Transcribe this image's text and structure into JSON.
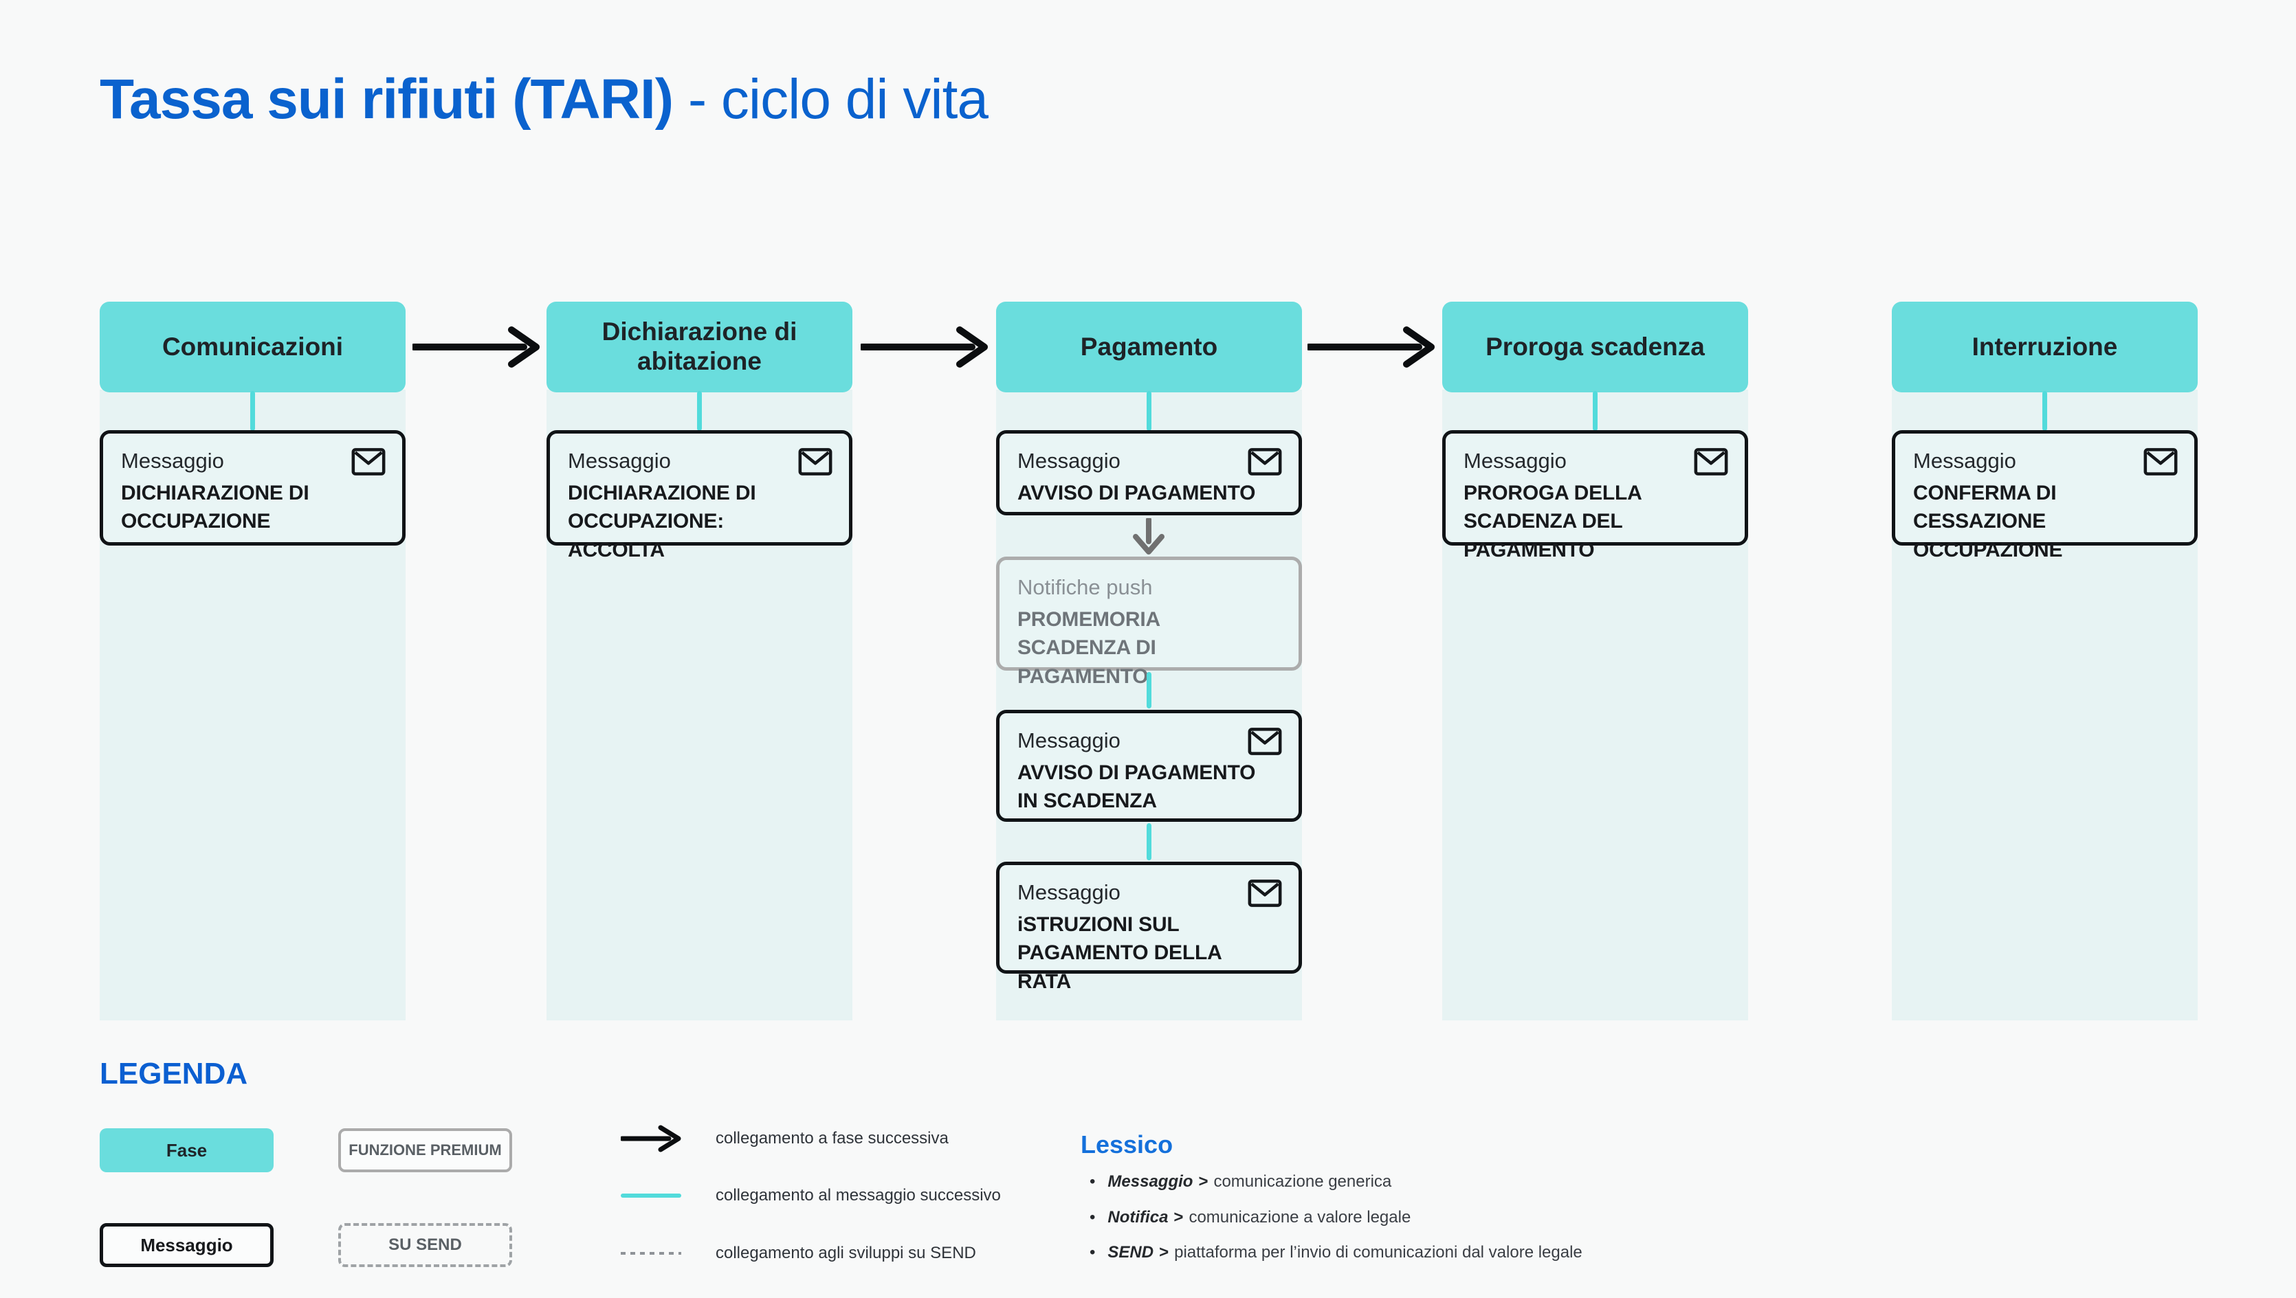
{
  "page": {
    "title_main": "Tassa sui rifiuti (TARI)",
    "title_suffix": " - ciclo di vita"
  },
  "columns": [
    {
      "title": "Comunicazioni",
      "boxes": [
        {
          "type": "messaggio",
          "label": "Messaggio",
          "title": "DICHIARAZIONE DI OCCUPAZIONE",
          "icon": "envelope-icon"
        }
      ]
    },
    {
      "title": "Dichiarazione di abitazione",
      "boxes": [
        {
          "type": "messaggio",
          "label": "Messaggio",
          "title": "DICHIARAZIONE DI OCCUPAZIONE: ACCOLTA",
          "icon": "envelope-icon"
        }
      ]
    },
    {
      "title": "Pagamento",
      "boxes": [
        {
          "type": "messaggio",
          "label": "Messaggio",
          "title": "AVVISO DI PAGAMENTO",
          "icon": "envelope-icon"
        },
        {
          "type": "notifiche-push-premium",
          "label": "Notifiche push",
          "title": "PROMEMORIA SCADENZA DI PAGAMENTO"
        },
        {
          "type": "messaggio",
          "label": "Messaggio",
          "title": "AVVISO DI PAGAMENTO IN SCADENZA",
          "icon": "envelope-icon"
        },
        {
          "type": "messaggio",
          "label": "Messaggio",
          "title": "iSTRUZIONI SUL PAGAMENTO DELLA RATA",
          "icon": "envelope-icon"
        }
      ]
    },
    {
      "title": "Proroga scadenza",
      "boxes": [
        {
          "type": "messaggio",
          "label": "Messaggio",
          "title": "PROROGA DELLA SCADENZA DEL PAGAMENTO",
          "icon": "envelope-icon"
        }
      ]
    },
    {
      "title": "Interruzione",
      "boxes": [
        {
          "type": "messaggio",
          "label": "Messaggio",
          "title": "CONFERMA DI CESSAZIONE OCCUPAZIONE",
          "icon": "envelope-icon"
        }
      ]
    }
  ],
  "legend": {
    "heading": "LEGENDA",
    "fase": "Fase",
    "premium": "FUNZIONE PREMIUM",
    "messaggio": "Messaggio",
    "su_send": "SU SEND",
    "connector_arrow": "collegamento a fase successiva",
    "connector_teal": "collegamento al messaggio successivo",
    "connector_dotted": "collegamento agli sviluppi su SEND"
  },
  "lexicon": {
    "heading": "Lessico",
    "items": [
      {
        "term": "Messaggio",
        "sep": ">",
        "definition": "comunicazione generica"
      },
      {
        "term": "Notifica",
        "sep": ">",
        "definition": "comunicazione a valore legale"
      },
      {
        "term": "SEND",
        "sep": ">",
        "definition": "piattaforma per  l’invio di comunicazioni dal valore legale"
      }
    ]
  },
  "colors": {
    "brand_blue": "#0066CC",
    "phase_teal": "#6ADDDD",
    "column_bg": "#E7F3F3",
    "connector_teal": "#52DBDB",
    "gray_border": "#ACACAC",
    "background": "#F8F9F9"
  }
}
